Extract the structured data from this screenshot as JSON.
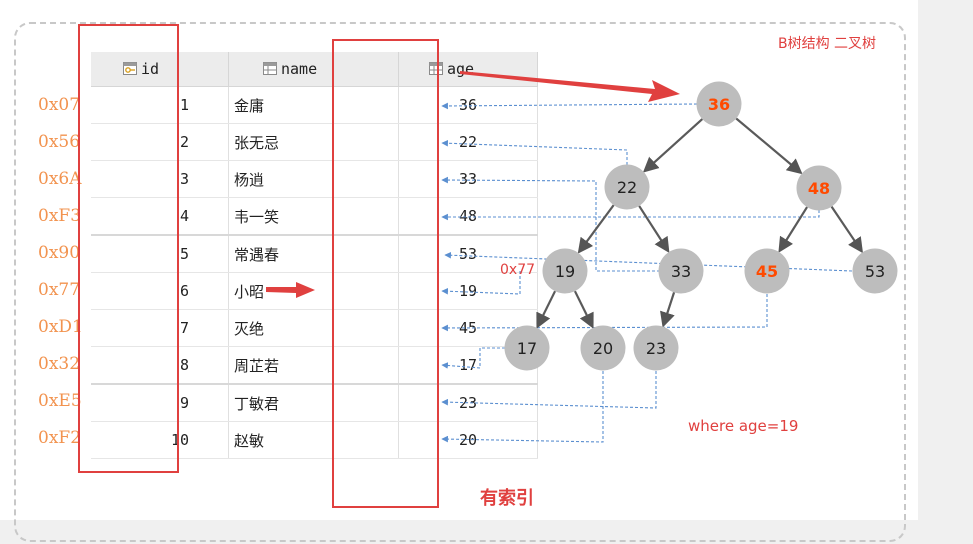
{
  "title": "B树结构 二叉树",
  "footer_label": "有索引",
  "query_label": "where age=19",
  "pointer_label": "0x77",
  "columns": {
    "id": "id",
    "name": "name",
    "age": "age"
  },
  "rows": [
    {
      "addr": "0x07",
      "id": "1",
      "name": "金庸",
      "age": "36"
    },
    {
      "addr": "0x56",
      "id": "2",
      "name": "张无忌",
      "age": "22"
    },
    {
      "addr": "0x6A",
      "id": "3",
      "name": "杨逍",
      "age": "33"
    },
    {
      "addr": "0xF3",
      "id": "4",
      "name": "韦一笑",
      "age": "48"
    },
    {
      "addr": "0x90",
      "id": "5",
      "name": "常遇春",
      "age": "53"
    },
    {
      "addr": "0x77",
      "id": "6",
      "name": "小昭",
      "age": "19"
    },
    {
      "addr": "0xD1",
      "id": "7",
      "name": "灭绝",
      "age": "45"
    },
    {
      "addr": "0x32",
      "id": "8",
      "name": "周芷若",
      "age": "17"
    },
    {
      "addr": "0xE5",
      "id": "9",
      "name": "丁敏君",
      "age": "23"
    },
    {
      "addr": "0xF2",
      "id": "10",
      "name": "赵敏",
      "age": "20"
    }
  ],
  "tree_nodes": [
    {
      "key": "n36",
      "label": "36",
      "highlight": true
    },
    {
      "key": "n22",
      "label": "22",
      "highlight": false
    },
    {
      "key": "n48",
      "label": "48",
      "highlight": true
    },
    {
      "key": "n19",
      "label": "19",
      "highlight": false
    },
    {
      "key": "n33",
      "label": "33",
      "highlight": false
    },
    {
      "key": "n45",
      "label": "45",
      "highlight": true
    },
    {
      "key": "n53",
      "label": "53",
      "highlight": false
    },
    {
      "key": "n17",
      "label": "17",
      "highlight": false
    },
    {
      "key": "n20",
      "label": "20",
      "highlight": false
    },
    {
      "key": "n23",
      "label": "23",
      "highlight": false
    }
  ],
  "tree_edges": [
    [
      "n36",
      "n22"
    ],
    [
      "n36",
      "n48"
    ],
    [
      "n22",
      "n19"
    ],
    [
      "n22",
      "n33"
    ],
    [
      "n48",
      "n45"
    ],
    [
      "n48",
      "n53"
    ],
    [
      "n19",
      "n17"
    ],
    [
      "n19",
      "n20"
    ],
    [
      "n33",
      "n23"
    ]
  ],
  "colors": {
    "accent_red": "#e0403f",
    "highlight_text": "#ff4a00",
    "address": "#f2934f",
    "node_fill": "#bdbdbd",
    "dashed_link": "#5b8fd0"
  }
}
